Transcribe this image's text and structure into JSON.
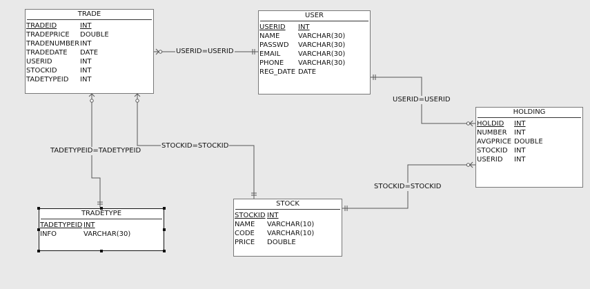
{
  "entities": {
    "trade": {
      "name": "TRADE",
      "fields": [
        {
          "name": "TRADEID",
          "type": "INT",
          "pk": true
        },
        {
          "name": "TRADEPRICE",
          "type": "DOUBLE",
          "pk": false
        },
        {
          "name": "TRADENUMBER",
          "type": "INT",
          "pk": false
        },
        {
          "name": "TRADEDATE",
          "type": "DATE",
          "pk": false
        },
        {
          "name": "USERID",
          "type": "INT",
          "pk": false
        },
        {
          "name": "STOCKID",
          "type": "INT",
          "pk": false
        },
        {
          "name": "TADETYPEID",
          "type": "INT",
          "pk": false
        }
      ]
    },
    "user": {
      "name": "USER",
      "fields": [
        {
          "name": "USERID",
          "type": "INT",
          "pk": true
        },
        {
          "name": "NAME",
          "type": "VARCHAR(30)",
          "pk": false
        },
        {
          "name": "PASSWD",
          "type": "VARCHAR(30)",
          "pk": false
        },
        {
          "name": "EMAIL",
          "type": "VARCHAR(30)",
          "pk": false
        },
        {
          "name": "PHONE",
          "type": "VARCHAR(30)",
          "pk": false
        },
        {
          "name": "REG_DATE",
          "type": "DATE",
          "pk": false
        }
      ]
    },
    "holding": {
      "name": "HOLDING",
      "fields": [
        {
          "name": "HOLDID",
          "type": "INT",
          "pk": true
        },
        {
          "name": "NUMBER",
          "type": "INT",
          "pk": false
        },
        {
          "name": "AVGPRICE",
          "type": "DOUBLE",
          "pk": false
        },
        {
          "name": "STOCKID",
          "type": "INT",
          "pk": false
        },
        {
          "name": "USERID",
          "type": "INT",
          "pk": false
        }
      ]
    },
    "stock": {
      "name": "STOCK",
      "fields": [
        {
          "name": "STOCKID",
          "type": "INT",
          "pk": true
        },
        {
          "name": "NAME",
          "type": "VARCHAR(10)",
          "pk": false
        },
        {
          "name": "CODE",
          "type": "VARCHAR(10)",
          "pk": false
        },
        {
          "name": "PRICE",
          "type": "DOUBLE",
          "pk": false
        }
      ]
    },
    "tradetype": {
      "name": "TRADETYPE",
      "fields": [
        {
          "name": "TADETYPEID",
          "type": "INT",
          "pk": true
        },
        {
          "name": "INFO",
          "type": "VARCHAR(30)",
          "pk": false
        }
      ]
    }
  },
  "relationships": {
    "trade_user": "USERID=USERID",
    "user_holding": "USERID=USERID",
    "trade_stock": "STOCKID=STOCKID",
    "trade_tradetype": "TADETYPEID=TADETYPEID",
    "stock_holding": "STOCKID=STOCKID"
  },
  "colors": {
    "canvas": "#e9e9e9",
    "entity_fill": "#ffffff",
    "line": "#555555"
  }
}
